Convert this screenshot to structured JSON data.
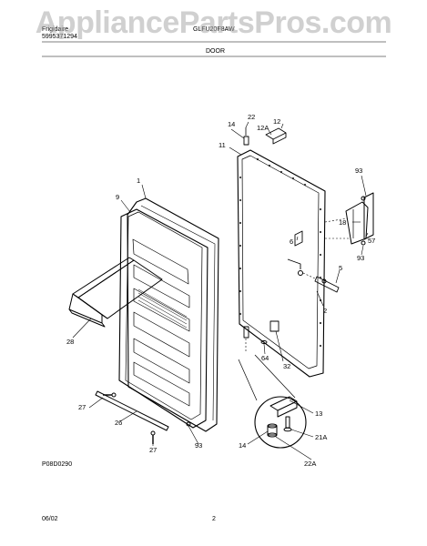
{
  "header": {
    "brand": "Frigidaire",
    "publication_no": "5995371294",
    "model": "GLFU20F8AW",
    "section_title": "DOOR"
  },
  "watermark": {
    "text": "AppliancePartsPros.com"
  },
  "footer": {
    "drawing_id": "P08D0290",
    "date": "06/02",
    "page_number": "2"
  },
  "part_labels": [
    "1",
    "9",
    "11",
    "12",
    "12A",
    "13",
    "14",
    "14",
    "21A",
    "22",
    "22A",
    "26",
    "27",
    "27",
    "28",
    "32",
    "2",
    "5",
    "6",
    "57",
    "64",
    "93",
    "93",
    "93",
    "18"
  ],
  "colors": {
    "line": "#000000",
    "watermark": "#aaaaaa",
    "background": "#ffffff"
  }
}
